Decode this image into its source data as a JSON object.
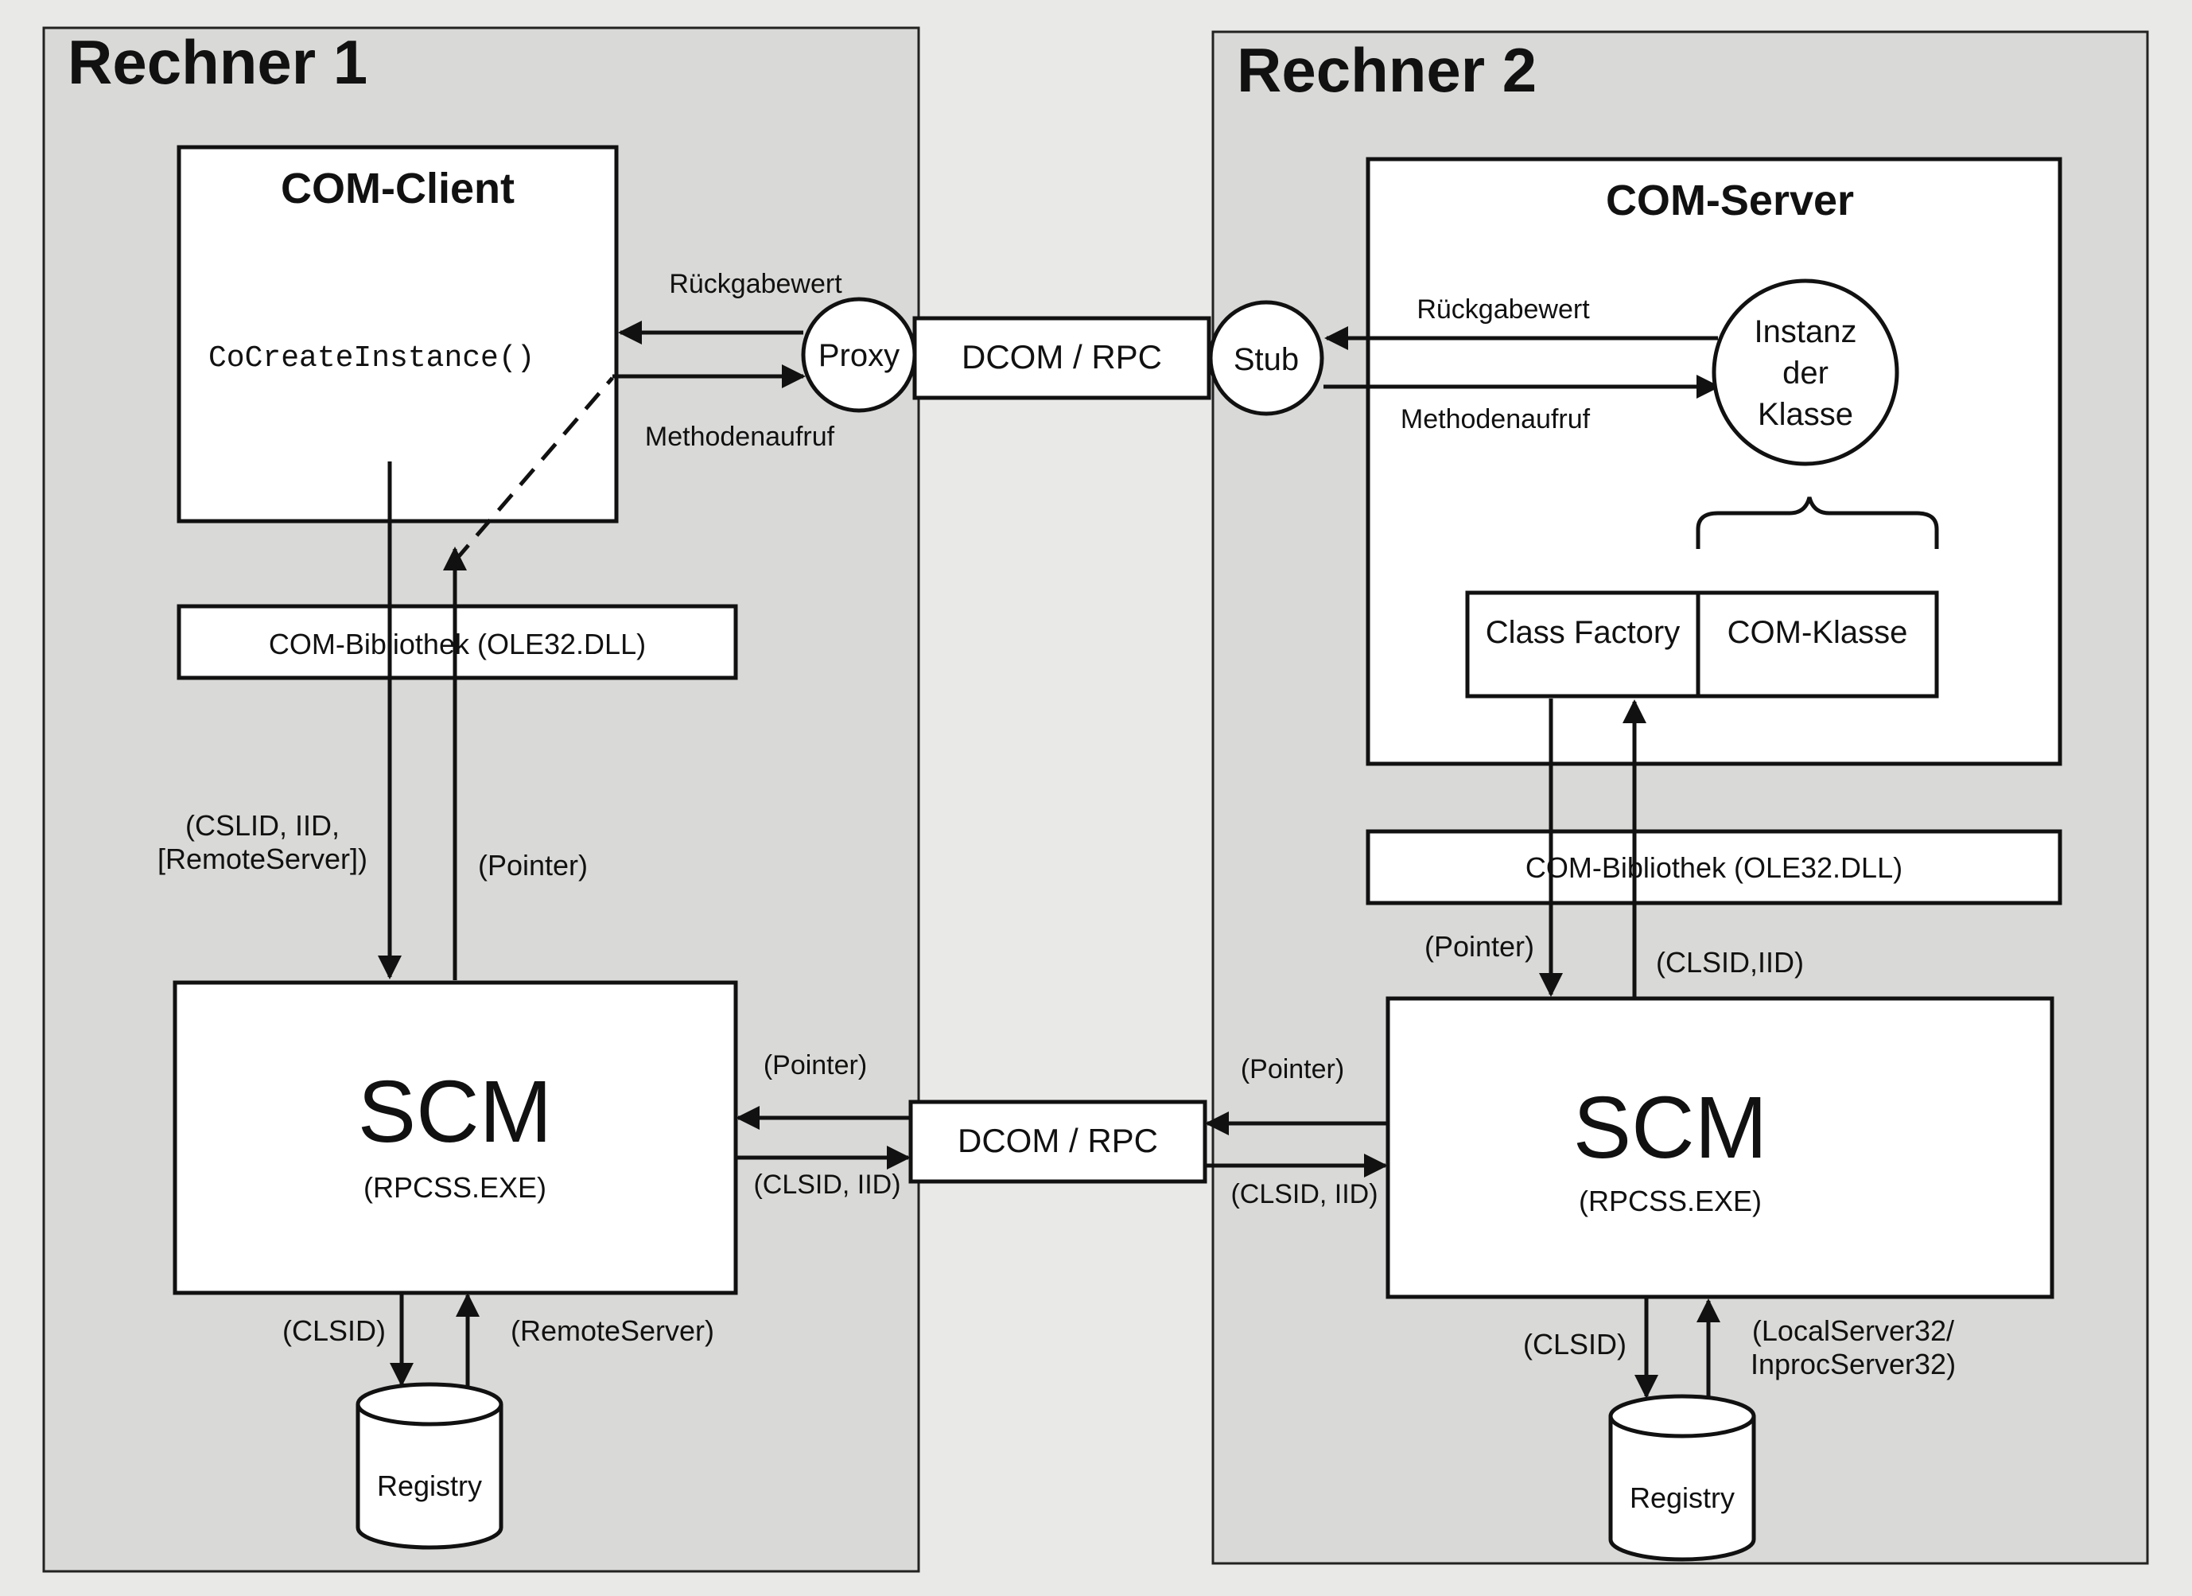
{
  "left": {
    "title": "Rechner 1",
    "client": {
      "title": "COM-Client",
      "call": "CoCreateInstance()"
    },
    "lib": "COM-Bibliothek (OLE32.DLL)",
    "args_down": "(CSLID, IID,\n[RemoteServer])",
    "pointer_up": "(Pointer)",
    "scm": {
      "title": "SCM",
      "sub": "(RPCSS.EXE)"
    },
    "clsid": "(CLSID)",
    "remote": "(RemoteServer)",
    "registry": "Registry",
    "pointer_mid": "(Pointer)",
    "clsid_iid_mid": "(CLSID, IID)"
  },
  "middle": {
    "rueck": "Rückgabewert",
    "method": "Methodenaufruf",
    "proxy": "Proxy",
    "dcom_top": "DCOM / RPC",
    "stub": "Stub",
    "dcom_bottom": "DCOM / RPC"
  },
  "right": {
    "title": "Rechner 2",
    "server": {
      "title": "COM-Server"
    },
    "rueck": "Rückgabewert",
    "method": "Methodenaufruf",
    "instance": "Instanz\nder\nKlasse",
    "factory": "Class Factory",
    "klasse": "COM-Klasse",
    "lib": "COM-Bibliothek (OLE32.DLL)",
    "pointer": "(Pointer)",
    "clsid_iid": "(CLSID,IID)",
    "pointer_mid": "(Pointer)",
    "clsid_iid_mid": "(CLSID, IID)",
    "scm": {
      "title": "SCM",
      "sub": "(RPCSS.EXE)"
    },
    "clsid": "(CLSID)",
    "local": "(LocalServer32/\nInprocServer32)",
    "registry": "Registry"
  }
}
